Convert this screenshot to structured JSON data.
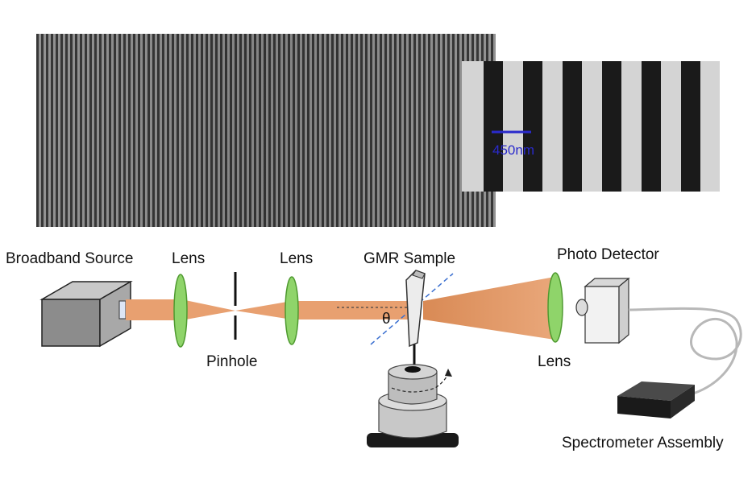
{
  "sem": {
    "scale_bar_label": "450nm"
  },
  "setup": {
    "broadband_source_label": "Broadband Source",
    "lens1_label": "Lens",
    "pinhole_label": "Pinhole",
    "lens2_label": "Lens",
    "sample_label": "GMR Sample",
    "angle_label": "θ",
    "lens3_label": "Lens",
    "detector_label": "Photo Detector",
    "spectrometer_label": "Spectrometer Assembly"
  },
  "colors": {
    "beam": "#e8a070",
    "lens": "#8fd46a",
    "scale_bar": "#2a2acc",
    "normal_line": "#3a6fd0"
  }
}
